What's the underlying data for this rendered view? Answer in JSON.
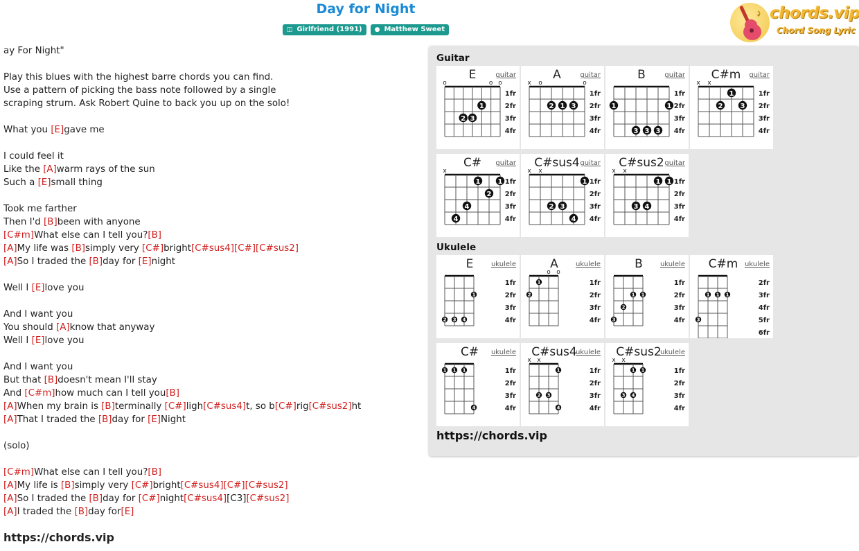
{
  "header": {
    "title": "Day for Night",
    "album_badge": "Girlfriend (1991)",
    "artist_badge": "Matthew Sweet"
  },
  "logo": {
    "text": "chords.vip",
    "subtitle": "Chord Song Lyric"
  },
  "lyrics": [
    [
      {
        "t": "ay For Night\""
      }
    ],
    [],
    [
      {
        "t": "Play this blues with the highest barre chords you can find."
      }
    ],
    [
      {
        "t": "Use a pattern of picking the bass note followed by a single"
      }
    ],
    [
      {
        "t": "scraping strum. Ask Robert Quine to back you up on the solo!"
      }
    ],
    [],
    [
      {
        "t": "What you "
      },
      {
        "c": "[E]"
      },
      {
        "t": "gave me"
      }
    ],
    [],
    [
      {
        "t": "I could feel it"
      }
    ],
    [
      {
        "t": "Like the "
      },
      {
        "c": "[A]"
      },
      {
        "t": "warm rays of the sun"
      }
    ],
    [
      {
        "t": "Such a "
      },
      {
        "c": "[E]"
      },
      {
        "t": "small thing"
      }
    ],
    [],
    [
      {
        "t": "Took me farther"
      }
    ],
    [
      {
        "t": "Then I'd "
      },
      {
        "c": "[B]"
      },
      {
        "t": "been with anyone"
      }
    ],
    [
      {
        "c": "[C#m]"
      },
      {
        "t": "What else can I tell you?"
      },
      {
        "c": "[B]"
      }
    ],
    [
      {
        "c": "[A]"
      },
      {
        "t": "My life was "
      },
      {
        "c": "[B]"
      },
      {
        "t": "simply very "
      },
      {
        "c": "[C#]"
      },
      {
        "t": "bright"
      },
      {
        "c": "[C#sus4]"
      },
      {
        "c": "[C#]"
      },
      {
        "c": "[C#sus2]"
      }
    ],
    [
      {
        "c": "[A]"
      },
      {
        "t": "So I traded the "
      },
      {
        "c": "[B]"
      },
      {
        "t": "day for "
      },
      {
        "c": "[E]"
      },
      {
        "t": "night"
      }
    ],
    [],
    [
      {
        "t": "Well I "
      },
      {
        "c": "[E]"
      },
      {
        "t": "love you"
      }
    ],
    [],
    [
      {
        "t": "And I want you"
      }
    ],
    [
      {
        "t": "You should "
      },
      {
        "c": "[A]"
      },
      {
        "t": "know that anyway"
      }
    ],
    [
      {
        "t": "Well I "
      },
      {
        "c": "[E]"
      },
      {
        "t": "love you"
      }
    ],
    [],
    [
      {
        "t": "And I want you"
      }
    ],
    [
      {
        "t": "But that "
      },
      {
        "c": "[B]"
      },
      {
        "t": "doesn't mean I'll stay"
      }
    ],
    [
      {
        "t": "And "
      },
      {
        "c": "[C#m]"
      },
      {
        "t": "how much can I tell you"
      },
      {
        "c": "[B]"
      }
    ],
    [
      {
        "c": "[A]"
      },
      {
        "t": "When my brain is "
      },
      {
        "c": "[B]"
      },
      {
        "t": "terminally "
      },
      {
        "c": "[C#]"
      },
      {
        "t": "ligh"
      },
      {
        "c": "[C#sus4]"
      },
      {
        "t": "t, so b"
      },
      {
        "c": "[C#]"
      },
      {
        "t": "rig"
      },
      {
        "c": "[C#sus2]"
      },
      {
        "t": "ht"
      }
    ],
    [
      {
        "c": "[A]"
      },
      {
        "t": "That I traded the "
      },
      {
        "c": "[B]"
      },
      {
        "t": "day for "
      },
      {
        "c": "[E]"
      },
      {
        "t": "Night"
      }
    ],
    [],
    [
      {
        "t": "(solo)"
      }
    ],
    [],
    [
      {
        "c": "[C#m]"
      },
      {
        "t": "What else can I tell you?"
      },
      {
        "c": "[B]"
      }
    ],
    [
      {
        "c": "[A]"
      },
      {
        "t": "My life is "
      },
      {
        "c": "[B]"
      },
      {
        "t": "simply very "
      },
      {
        "c": "[C#]"
      },
      {
        "t": "bright"
      },
      {
        "c": "[C#sus4]"
      },
      {
        "c": "[C#]"
      },
      {
        "c": "[C#sus2]"
      }
    ],
    [
      {
        "c": "[A]"
      },
      {
        "t": "So I traded the "
      },
      {
        "c": "[B]"
      },
      {
        "t": "day for "
      },
      {
        "c": "[C#]"
      },
      {
        "t": "night"
      },
      {
        "c": "[C#sus4]"
      },
      {
        "t": "[C3]"
      },
      {
        "c": "[C#sus2]"
      }
    ],
    [
      {
        "c": "[A]"
      },
      {
        "t": "I traded the "
      },
      {
        "c": "[B]"
      },
      {
        "t": "day for"
      },
      {
        "c": "[E]"
      }
    ]
  ],
  "footer": {
    "site": "https://chords.vip"
  },
  "panel": {
    "guitar_label": "Guitar",
    "ukulele_label": "Ukulele",
    "site": "https://chords.vip"
  },
  "guitar_chords": [
    {
      "name": "E",
      "link": "guitar",
      "start": 0,
      "frets": [
        "1fr",
        "2fr",
        "3fr",
        "4fr"
      ],
      "top": [
        "o",
        "",
        "",
        "",
        "",
        "o",
        "o"
      ],
      "dots": [
        [
          2,
          3,
          "2"
        ],
        [
          3,
          3,
          "3"
        ],
        [
          4,
          2,
          "1"
        ]
      ]
    },
    {
      "name": "A",
      "link": "guitar",
      "start": 0,
      "frets": [
        "1fr",
        "2fr",
        "3fr",
        "4fr"
      ],
      "top": [
        "x",
        "o",
        "",
        "",
        "",
        "o"
      ],
      "dots": [
        [
          2,
          2,
          "2"
        ],
        [
          3,
          2,
          "1"
        ],
        [
          4,
          2,
          "3"
        ]
      ]
    },
    {
      "name": "B",
      "link": "guitar",
      "start": 0,
      "frets": [
        "1fr",
        "2fr",
        "3fr",
        "4fr"
      ],
      "top": [
        "",
        "",
        "",
        "",
        "",
        ""
      ],
      "dots": [
        [
          0,
          2,
          "1"
        ],
        [
          5,
          2,
          "1"
        ],
        [
          2,
          4,
          "3"
        ],
        [
          3,
          4,
          "3"
        ],
        [
          4,
          4,
          "3"
        ]
      ]
    },
    {
      "name": "C#m",
      "link": "guitar",
      "start": 0,
      "frets": [
        "1fr",
        "2fr",
        "3fr",
        "4fr"
      ],
      "top": [
        "x",
        "x",
        "",
        "",
        "",
        ""
      ],
      "dots": [
        [
          3,
          1,
          "1"
        ],
        [
          2,
          2,
          "2"
        ],
        [
          4,
          2,
          "3"
        ]
      ]
    },
    {
      "name": "C#",
      "link": "guitar",
      "start": 0,
      "frets": [
        "1fr",
        "2fr",
        "3fr",
        "4fr"
      ],
      "top": [
        "x",
        "",
        "",
        "",
        "",
        ""
      ],
      "dots": [
        [
          3,
          1,
          "1"
        ],
        [
          5,
          1,
          "1"
        ],
        [
          4,
          2,
          "2"
        ],
        [
          2,
          3,
          "4"
        ],
        [
          1,
          4,
          "4"
        ]
      ]
    },
    {
      "name": "C#sus4",
      "link": "guitar",
      "start": 0,
      "frets": [
        "1fr",
        "2fr",
        "3fr",
        "4fr"
      ],
      "top": [
        "x",
        "x",
        "",
        "",
        "",
        ""
      ],
      "dots": [
        [
          5,
          1,
          "1"
        ],
        [
          2,
          3,
          "2"
        ],
        [
          3,
          3,
          "3"
        ],
        [
          4,
          4,
          "4"
        ]
      ]
    },
    {
      "name": "C#sus2",
      "link": "guitar",
      "start": 0,
      "frets": [
        "1fr",
        "2fr",
        "3fr",
        "4fr"
      ],
      "top": [
        "x",
        "x",
        "",
        "",
        "",
        ""
      ],
      "dots": [
        [
          4,
          1,
          "1"
        ],
        [
          5,
          1,
          "1"
        ],
        [
          2,
          3,
          "3"
        ],
        [
          3,
          3,
          "4"
        ]
      ]
    }
  ],
  "ukulele_chords": [
    {
      "name": "E",
      "link": "ukulele",
      "frets": [
        "1fr",
        "2fr",
        "3fr",
        "4fr"
      ],
      "top": [
        "",
        "",
        "",
        ""
      ],
      "dots": [
        [
          3,
          2,
          "1"
        ],
        [
          0,
          4,
          "2"
        ],
        [
          1,
          4,
          "3"
        ],
        [
          2,
          4,
          "4"
        ]
      ]
    },
    {
      "name": "A",
      "link": "ukulele",
      "frets": [
        "1fr",
        "2fr",
        "3fr",
        "4fr"
      ],
      "top": [
        "",
        "",
        "o",
        "o"
      ],
      "dots": [
        [
          1,
          1,
          "1"
        ],
        [
          0,
          2,
          "2"
        ]
      ]
    },
    {
      "name": "B",
      "link": "ukulele",
      "frets": [
        "1fr",
        "2fr",
        "3fr",
        "4fr"
      ],
      "top": [
        "",
        "",
        "",
        ""
      ],
      "dots": [
        [
          2,
          2,
          "1"
        ],
        [
          3,
          2,
          "1"
        ],
        [
          1,
          3,
          "2"
        ],
        [
          0,
          4,
          "3"
        ]
      ]
    },
    {
      "name": "C#m",
      "link": "ukulele",
      "frets": [
        "2fr",
        "3fr",
        "4fr",
        "5fr",
        "6fr"
      ],
      "top": [
        "",
        "",
        "",
        ""
      ],
      "dots": [
        [
          1,
          2,
          "1"
        ],
        [
          2,
          2,
          "1"
        ],
        [
          3,
          2,
          "1"
        ],
        [
          0,
          4,
          "3"
        ]
      ]
    },
    {
      "name": "C#",
      "link": "ukulele",
      "frets": [
        "1fr",
        "2fr",
        "3fr",
        "4fr"
      ],
      "top": [
        "",
        "",
        "",
        ""
      ],
      "dots": [
        [
          0,
          1,
          "1"
        ],
        [
          1,
          1,
          "1"
        ],
        [
          2,
          1,
          "1"
        ],
        [
          3,
          4,
          "4"
        ]
      ]
    },
    {
      "name": "C#sus4",
      "link": "ukulele",
      "frets": [
        "1fr",
        "2fr",
        "3fr",
        "4fr"
      ],
      "top": [
        "x",
        "x",
        "",
        ""
      ],
      "dots": [
        [
          3,
          1,
          "1"
        ],
        [
          1,
          3,
          "2"
        ],
        [
          2,
          3,
          "3"
        ],
        [
          3,
          4,
          "4"
        ]
      ]
    },
    {
      "name": "C#sus2",
      "link": "ukulele",
      "frets": [
        "1fr",
        "2fr",
        "3fr",
        "4fr"
      ],
      "top": [
        "x",
        "x",
        "",
        ""
      ],
      "dots": [
        [
          2,
          1,
          "1"
        ],
        [
          3,
          1,
          "1"
        ],
        [
          1,
          3,
          "3"
        ],
        [
          2,
          3,
          "4"
        ]
      ]
    }
  ]
}
